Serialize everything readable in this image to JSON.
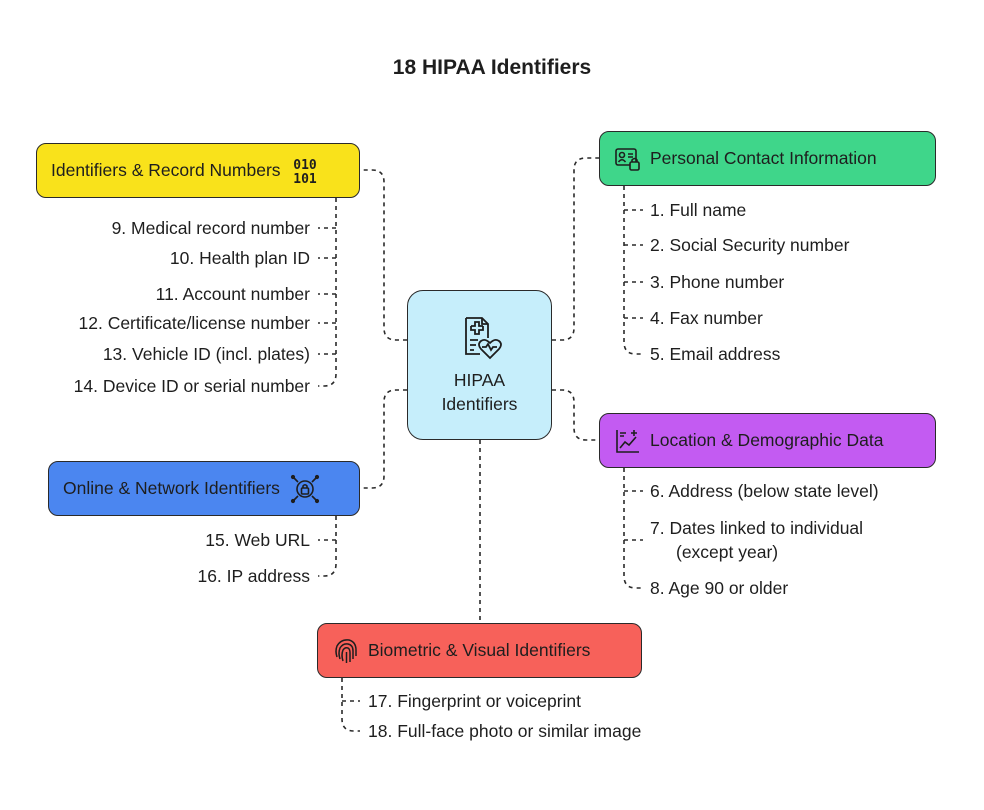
{
  "title": "18 HIPAA Identifiers",
  "center": {
    "label_line1": "HIPAA",
    "label_line2": "Identifiers",
    "icon": "medical-record-heart-icon"
  },
  "colors": {
    "identifiers": "#f9e21b",
    "contact": "#3fd68a",
    "location": "#c35bf2",
    "online": "#4b86f0",
    "biometric": "#f7615a",
    "center": "#c6eefb"
  },
  "categories": {
    "identifiers": {
      "label": "Identifiers & Record Numbers",
      "icon": "binary-icon",
      "items": [
        "9. Medical record number",
        "10. Health plan ID",
        "11. Account number",
        "12. Certificate/license number",
        "13. Vehicle ID (incl. plates)",
        "14. Device ID or serial number"
      ]
    },
    "contact": {
      "label": "Personal Contact Information",
      "icon": "id-card-lock-icon",
      "items": [
        "1. Full name",
        "2. Social Security number",
        "3. Phone number",
        "4. Fax number",
        "5. Email address"
      ]
    },
    "location": {
      "label": "Location & Demographic Data",
      "icon": "chart-plus-icon",
      "items": [
        "6. Address (below state level)",
        {
          "line1": "7. Dates linked to individual",
          "line2": "(except year)"
        },
        "8. Age 90 or older"
      ]
    },
    "online": {
      "label": "Online & Network Identifiers",
      "icon": "network-lock-icon",
      "items": [
        "15. Web URL",
        "16. IP address"
      ]
    },
    "biometric": {
      "label": "Biometric & Visual Identifiers",
      "icon": "fingerprint-icon",
      "items": [
        "17. Fingerprint or voiceprint",
        "18. Full-face photo or similar image"
      ]
    }
  }
}
